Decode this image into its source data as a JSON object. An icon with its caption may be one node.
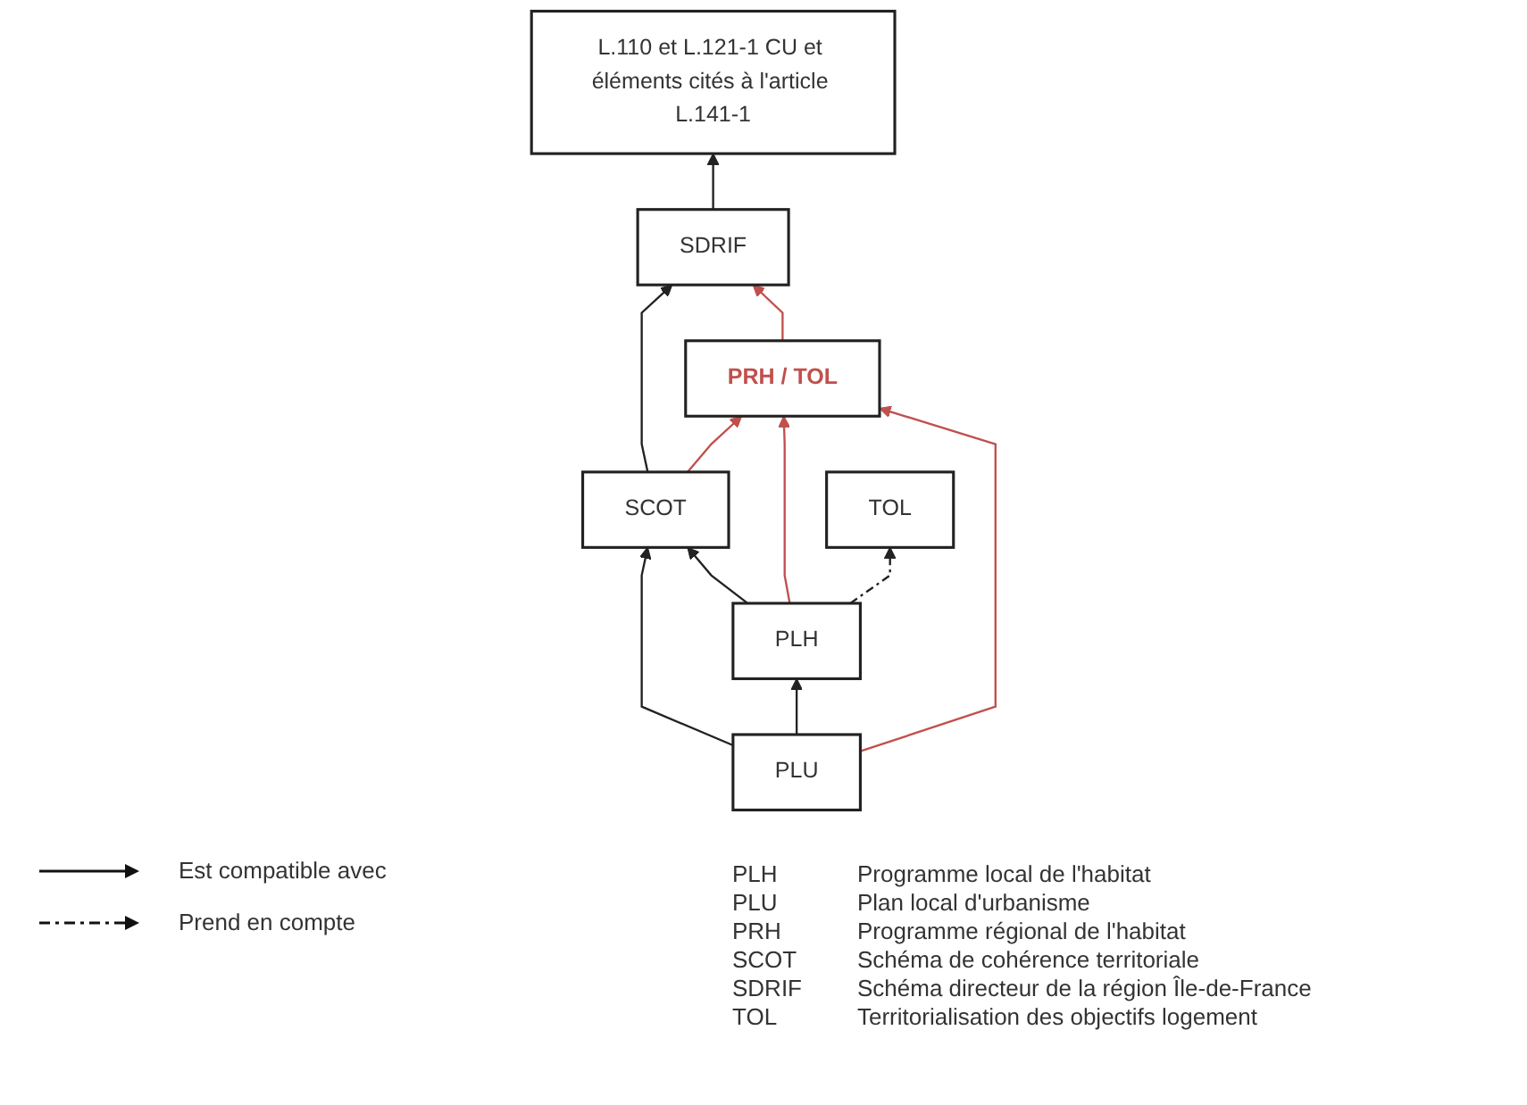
{
  "diagram": {
    "nodes": [
      {
        "text": [
          "L.110 et L.121-1 CU et éléments cités à l'article L.141-1"
        ]
      },
      {
        "text": [
          "SDRIF"
        ]
      },
      {
        "text": [
          "PRH / TOL"
        ]
      },
      {
        "text": [
          "SCOT"
        ]
      },
      {
        "text": [
          "PLH"
        ]
      },
      {
        "text": [
          "TOL"
        ]
      },
      {
        "text": [
          "PLU"
        ]
      }
    ],
    "edges": [
      {
        "from": 1,
        "to": 0,
        "arrow": "to"
      },
      {
        "from": 2,
        "to": 1,
        "arrow": "to",
        "color": "#c0504d"
      },
      {
        "from": 3,
        "to": 1,
        "arrow": "to"
      },
      {
        "from": 3,
        "to": 2,
        "arrow": "to",
        "color": "#c0504d"
      },
      {
        "from": 4,
        "to": 3,
        "arrow": "to"
      },
      {
        "from": 4,
        "to": 2,
        "arrow": "to",
        "color": "#c0504d"
      },
      {
        "from": 4,
        "to": 5,
        "arrow": "to",
        "style": "dashed"
      },
      {
        "from": 6,
        "to": 3,
        "arrow": "to"
      },
      {
        "from": 6,
        "to": 4,
        "arrow": "to"
      },
      {
        "from": 6,
        "to": 2,
        "arrow": "to",
        "color": "#c0504d"
      }
    ],
    "labels": [
      "PLH",
      "Programme local de l'habitat",
      "PLU",
      "Plan local d'urbanisme",
      "PRH",
      "Programme régional de l'habitat",
      "SCOT",
      "Schéma de cohérence territoriale",
      "SDRIF",
      "Schéma directeur de la région Île-de-France",
      "TOL",
      "Territorialisation des objectifs logement"
    ],
    "legend": [
      {
        "text": "Est compatible avec"
      },
      {
        "text": "Prend en compte"
      }
    ]
  }
}
